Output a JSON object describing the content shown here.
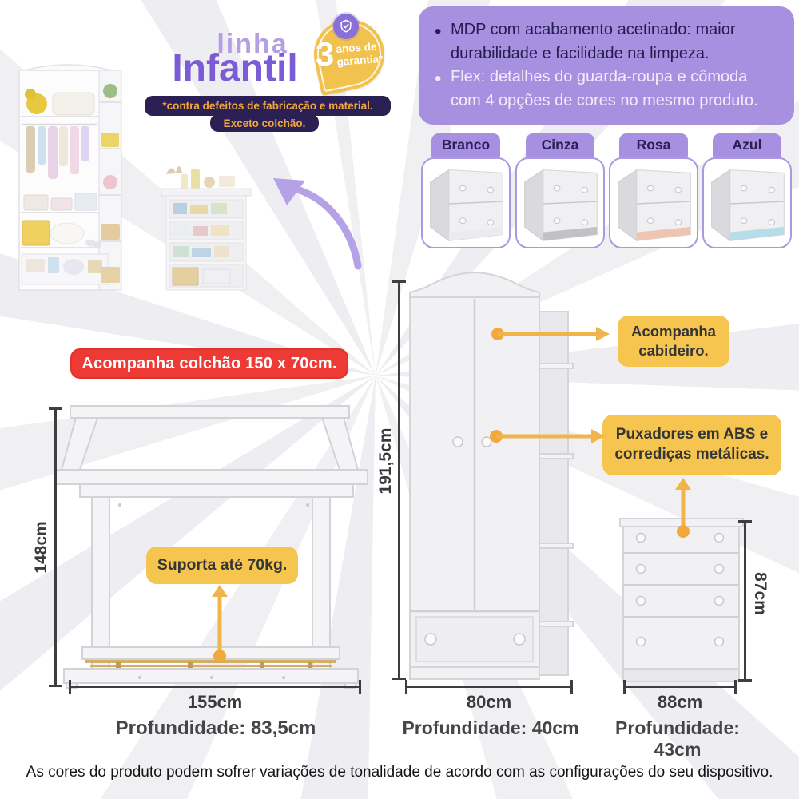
{
  "brand": {
    "series_label": "linha",
    "series_name": "Infantil"
  },
  "warranty": {
    "badge_number": "3",
    "badge_line1": "anos de",
    "badge_line2": "garantia*",
    "note_line1": "*contra defeitos de fabricação e material.",
    "note_line2": "Exceto colchão."
  },
  "features": {
    "bullet1": "MDP com acabamento acetinado: maior durabilidade e facilidade na limpeza.",
    "bullet2": "Flex: detalhes do guarda-roupa e cômoda com 4 opções de cores no mesmo produto."
  },
  "color_options": [
    {
      "label": "Branco",
      "strip": "#ececee"
    },
    {
      "label": "Cinza",
      "strip": "#c2c2c6"
    },
    {
      "label": "Rosa",
      "strip": "#f0c4b3"
    },
    {
      "label": "Azul",
      "strip": "#b9dcea"
    }
  ],
  "mattress_banner": "Acompanha colchão 150 x 70cm.",
  "bed_diagram": {
    "height_label": "148cm",
    "width_label": "155cm",
    "depth_label": "Profundidade: 83,5cm",
    "support_callout": "Suporta até 70kg."
  },
  "wardrobe_diagram": {
    "height_label": "191,5cm",
    "width_label": "80cm",
    "depth_label": "Profundidade: 40cm",
    "callout_hanger": "Acompanha cabideiro.",
    "callout_handles": "Puxadores em ABS e corrediças metálicas."
  },
  "dresser_diagram": {
    "height_label": "87cm",
    "width_label": "88cm",
    "depth_label": "Profundidade: 43cm"
  },
  "footer_note": "As cores do produto podem sofrer variações de tonalidade de acordo com as configurações do seu dispositivo.",
  "palette": {
    "purple_primary": "#7b5cd6",
    "purple_light": "#b3a0e4",
    "purple_box": "#a890e0",
    "navy_dark": "#2a2053",
    "yellow_badge": "#f2c24e",
    "yellow_callout": "#f6c550",
    "orange_arrow": "#f0b54a",
    "red_banner": "#ee3a35",
    "dim_line": "#3e3e40"
  }
}
